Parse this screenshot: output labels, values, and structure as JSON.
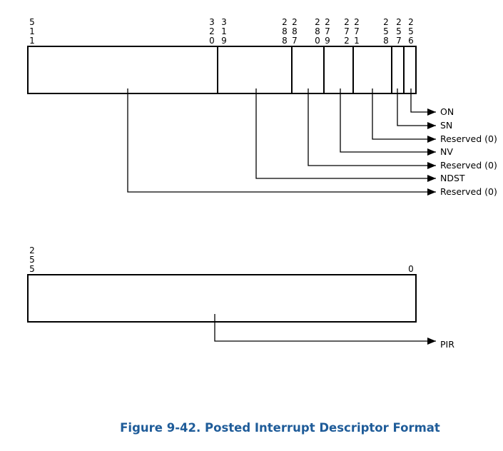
{
  "figure": {
    "caption": "Figure 9-42.  Posted Interrupt Descriptor Format"
  },
  "upper_register": {
    "bit_labels": [
      {
        "digits": [
          "5",
          "1",
          "1"
        ]
      },
      {
        "digits": [
          "3",
          "2",
          "0"
        ]
      },
      {
        "digits": [
          "3",
          "1",
          "9"
        ]
      },
      {
        "digits": [
          "2",
          "8",
          "8"
        ]
      },
      {
        "digits": [
          "2",
          "8",
          "7"
        ]
      },
      {
        "digits": [
          "2",
          "8",
          "0"
        ]
      },
      {
        "digits": [
          "2",
          "7",
          "9"
        ]
      },
      {
        "digits": [
          "2",
          "7",
          "2"
        ]
      },
      {
        "digits": [
          "2",
          "7",
          "1"
        ]
      },
      {
        "digits": [
          "2",
          "5",
          "8"
        ]
      },
      {
        "digits": [
          "2",
          "5",
          "7"
        ]
      },
      {
        "digits": [
          "2",
          "5",
          "6"
        ]
      }
    ],
    "fields": [
      {
        "label": "ON"
      },
      {
        "label": "SN"
      },
      {
        "label": "Reserved (0)"
      },
      {
        "label": "NV"
      },
      {
        "label": "Reserved (0)"
      },
      {
        "label": "NDST"
      },
      {
        "label": "Reserved (0)"
      }
    ]
  },
  "lower_register": {
    "bit_labels": [
      {
        "digits": [
          "2",
          "5",
          "5"
        ]
      },
      {
        "digits": [
          "0"
        ]
      }
    ],
    "fields": [
      {
        "label": "PIR"
      }
    ]
  }
}
